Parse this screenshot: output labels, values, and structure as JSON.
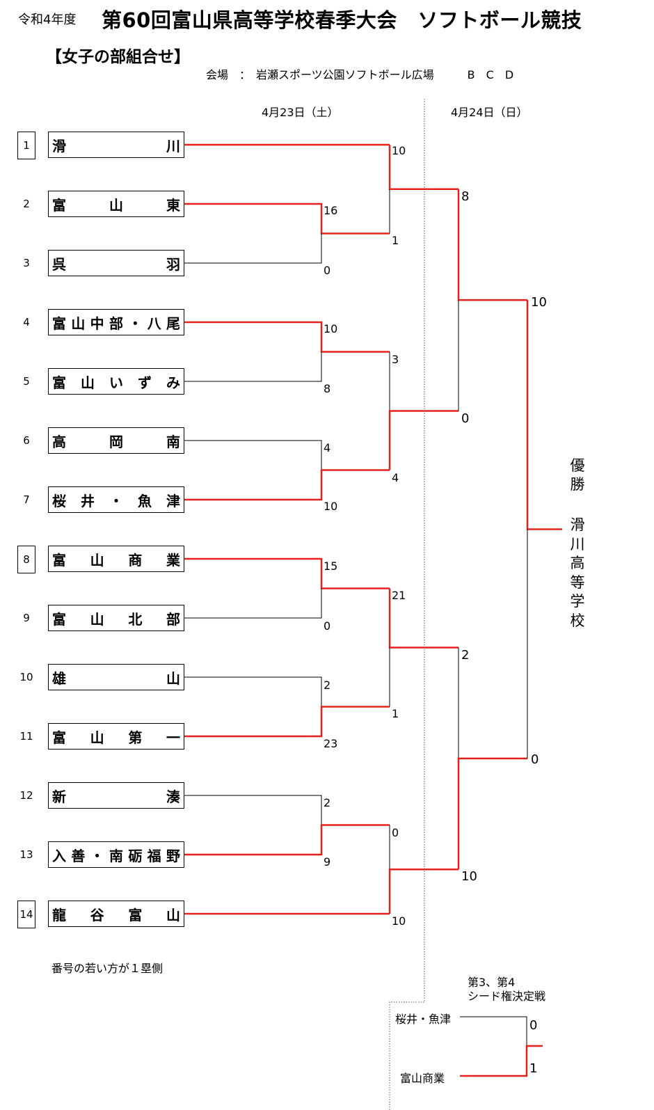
{
  "header": {
    "era": "令和4年度",
    "title": "第60回富山県高等学校春季大会　ソフトボール競技",
    "subtitle": "【女子の部組合せ】",
    "venue": "会場　：　岩瀬スポーツ公園ソフトボール広場　　　B　C　D"
  },
  "dates": [
    "4月23日（土）",
    "4月24日（日）"
  ],
  "teams": [
    {
      "no": "1",
      "name": [
        "滑",
        "川"
      ],
      "boxed": true
    },
    {
      "no": "2",
      "name": [
        "富",
        "山",
        "東"
      ],
      "boxed": false
    },
    {
      "no": "3",
      "name": [
        "呉",
        "羽"
      ],
      "boxed": false
    },
    {
      "no": "4",
      "name": [
        "富",
        "山",
        "中",
        "部",
        "・",
        "八",
        "尾"
      ],
      "boxed": false
    },
    {
      "no": "5",
      "name": [
        "富",
        "山",
        "い",
        "ず",
        "み"
      ],
      "boxed": false
    },
    {
      "no": "6",
      "name": [
        "高",
        "岡",
        "南"
      ],
      "boxed": false
    },
    {
      "no": "7",
      "name": [
        "桜",
        "井",
        "・",
        "魚",
        "津"
      ],
      "boxed": false
    },
    {
      "no": "8",
      "name": [
        "富",
        "山",
        "商",
        "業"
      ],
      "boxed": true
    },
    {
      "no": "9",
      "name": [
        "富",
        "山",
        "北",
        "部"
      ],
      "boxed": false
    },
    {
      "no": "10",
      "name": [
        "雄",
        "山"
      ],
      "boxed": false
    },
    {
      "no": "11",
      "name": [
        "富",
        "山",
        "第",
        "一"
      ],
      "boxed": false
    },
    {
      "no": "12",
      "name": [
        "新",
        "湊"
      ],
      "boxed": false
    },
    {
      "no": "13",
      "name": [
        "入",
        "善",
        "・",
        "南",
        "砺",
        "福",
        "野"
      ],
      "boxed": false
    },
    {
      "no": "14",
      "name": [
        "龍",
        "谷",
        "富",
        "山"
      ],
      "boxed": true
    }
  ],
  "scores": {
    "r1_2v3_top": "16",
    "r1_2v3_bot": "0",
    "r1_4v5_top": "10",
    "r1_4v5_bot": "8",
    "r1_6v7_top": "4",
    "r1_6v7_bot": "10",
    "r1_8v9_top": "15",
    "r1_8v9_bot": "0",
    "r1_10v11_top": "2",
    "r1_10v11_bot": "23",
    "r1_12v13_top": "2",
    "r1_12v13_bot": "9",
    "qf1_top": "10",
    "qf1_bot": "1",
    "qf2_top": "3",
    "qf2_bot": "4",
    "qf3_top": "21",
    "qf3_bot": "1",
    "qf4_top": "0",
    "qf4_bot": "10",
    "sf1_top": "8",
    "sf1_bot": "0",
    "sf2_top": "2",
    "sf2_bot": "10",
    "final_top": "10",
    "final_bot": "0",
    "playoff_top": "0",
    "playoff_bot": "1"
  },
  "winner": {
    "label": "優勝",
    "name": "滑川高等学校"
  },
  "note": "番号の若い方が１塁側",
  "playoff": {
    "title": "第3、第4\nシード権決定戦",
    "team_top": "桜井・魚津",
    "team_bot": "富山商業"
  },
  "colors": {
    "win_line": "#e8201b",
    "line": "#000000",
    "divider": "#555555"
  }
}
